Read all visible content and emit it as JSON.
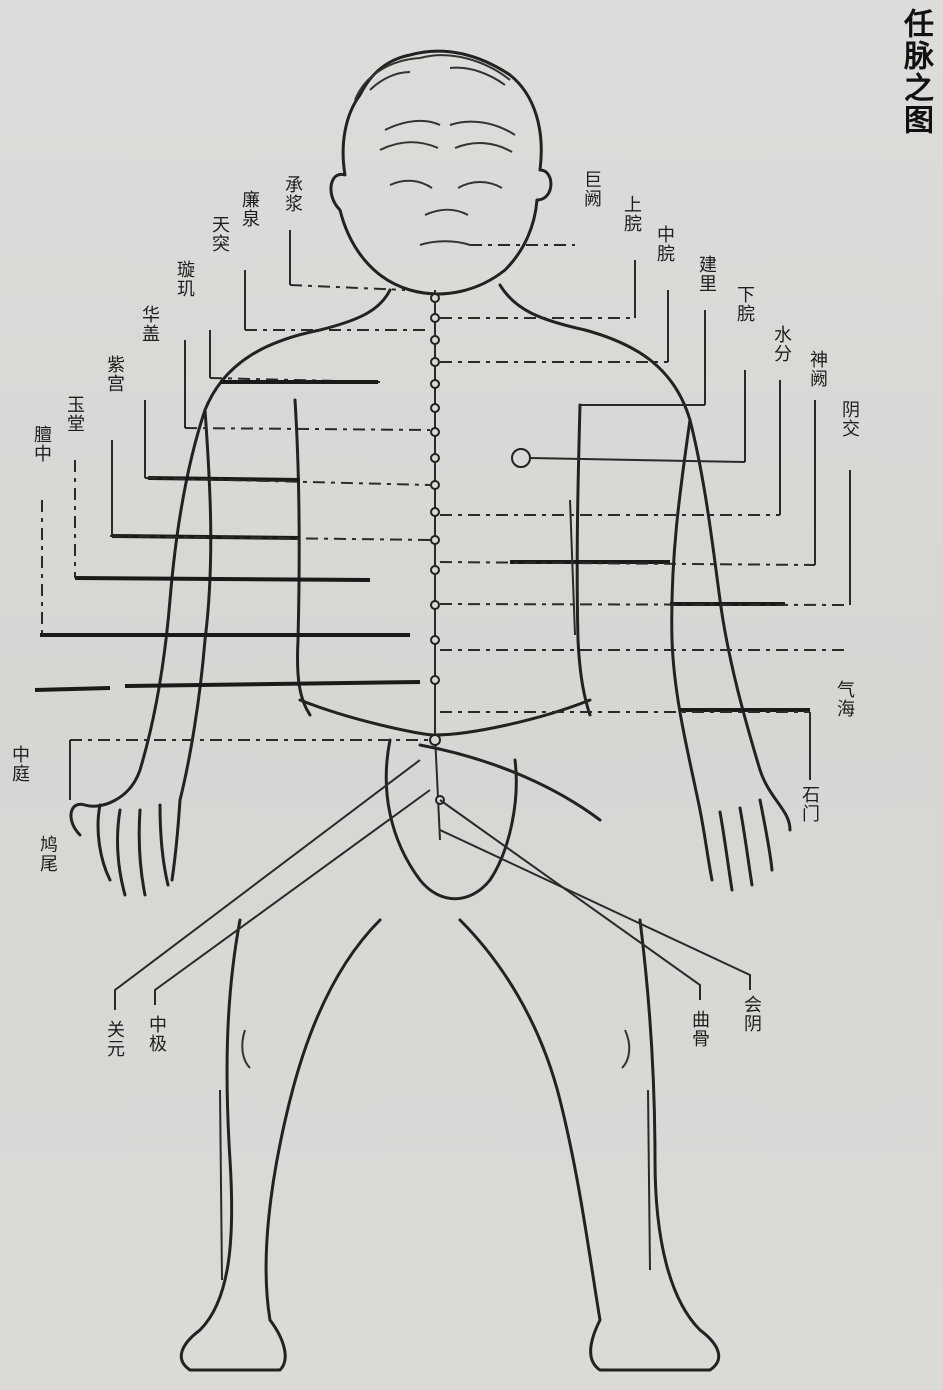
{
  "title": "任脉之图",
  "labels": {
    "chengjiang": "承浆",
    "lianquan": "廉泉",
    "tiantu": "天突",
    "xuanji": "璇玑",
    "huagai": "华盖",
    "zigong": "紫宫",
    "yutang": "玉堂",
    "danzhong": "膻中",
    "zhongting": "中庭",
    "jiuwei": "鸠尾",
    "juque": "巨阙",
    "shangwan": "上脘",
    "zhongwan": "中脘",
    "jianli": "建里",
    "xiawan": "下脘",
    "shuifen": "水分",
    "shenque": "神阙",
    "yinjiao": "阴交",
    "qihai": "气海",
    "shimen": "石门",
    "guanyuan": "关元",
    "zhongji": "中极",
    "qugu": "曲骨",
    "huiyin": "会阴"
  }
}
